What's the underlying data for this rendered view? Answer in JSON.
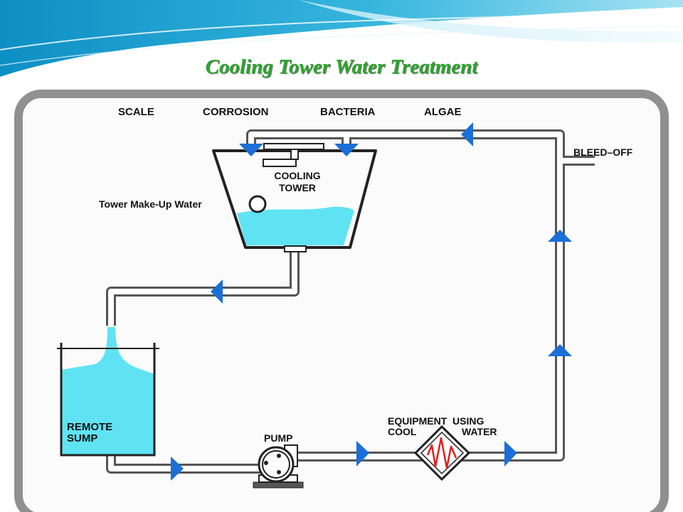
{
  "title": "Cooling Tower Water Treatment",
  "concerns": [
    "SCALE",
    "CORROSION",
    "BACTERIA",
    "ALGAE"
  ],
  "labels": {
    "cooling_tower": [
      "COOLING",
      "TOWER"
    ],
    "make_up": "Tower Make-Up Water",
    "bleed_off": "BLEED–OFF",
    "remote_sump": [
      "REMOTE",
      "SUMP"
    ],
    "pump": "PUMP",
    "equipment": [
      "EQUIPMENT  USING",
      "COOL",
      "WATER"
    ]
  },
  "colors": {
    "title": "#2aa62a",
    "pipe": "#555555",
    "water": "#5fe3f2",
    "arrow": "#1b6fd6",
    "heat_exchanger": "#e02020",
    "frame": "#909090"
  }
}
